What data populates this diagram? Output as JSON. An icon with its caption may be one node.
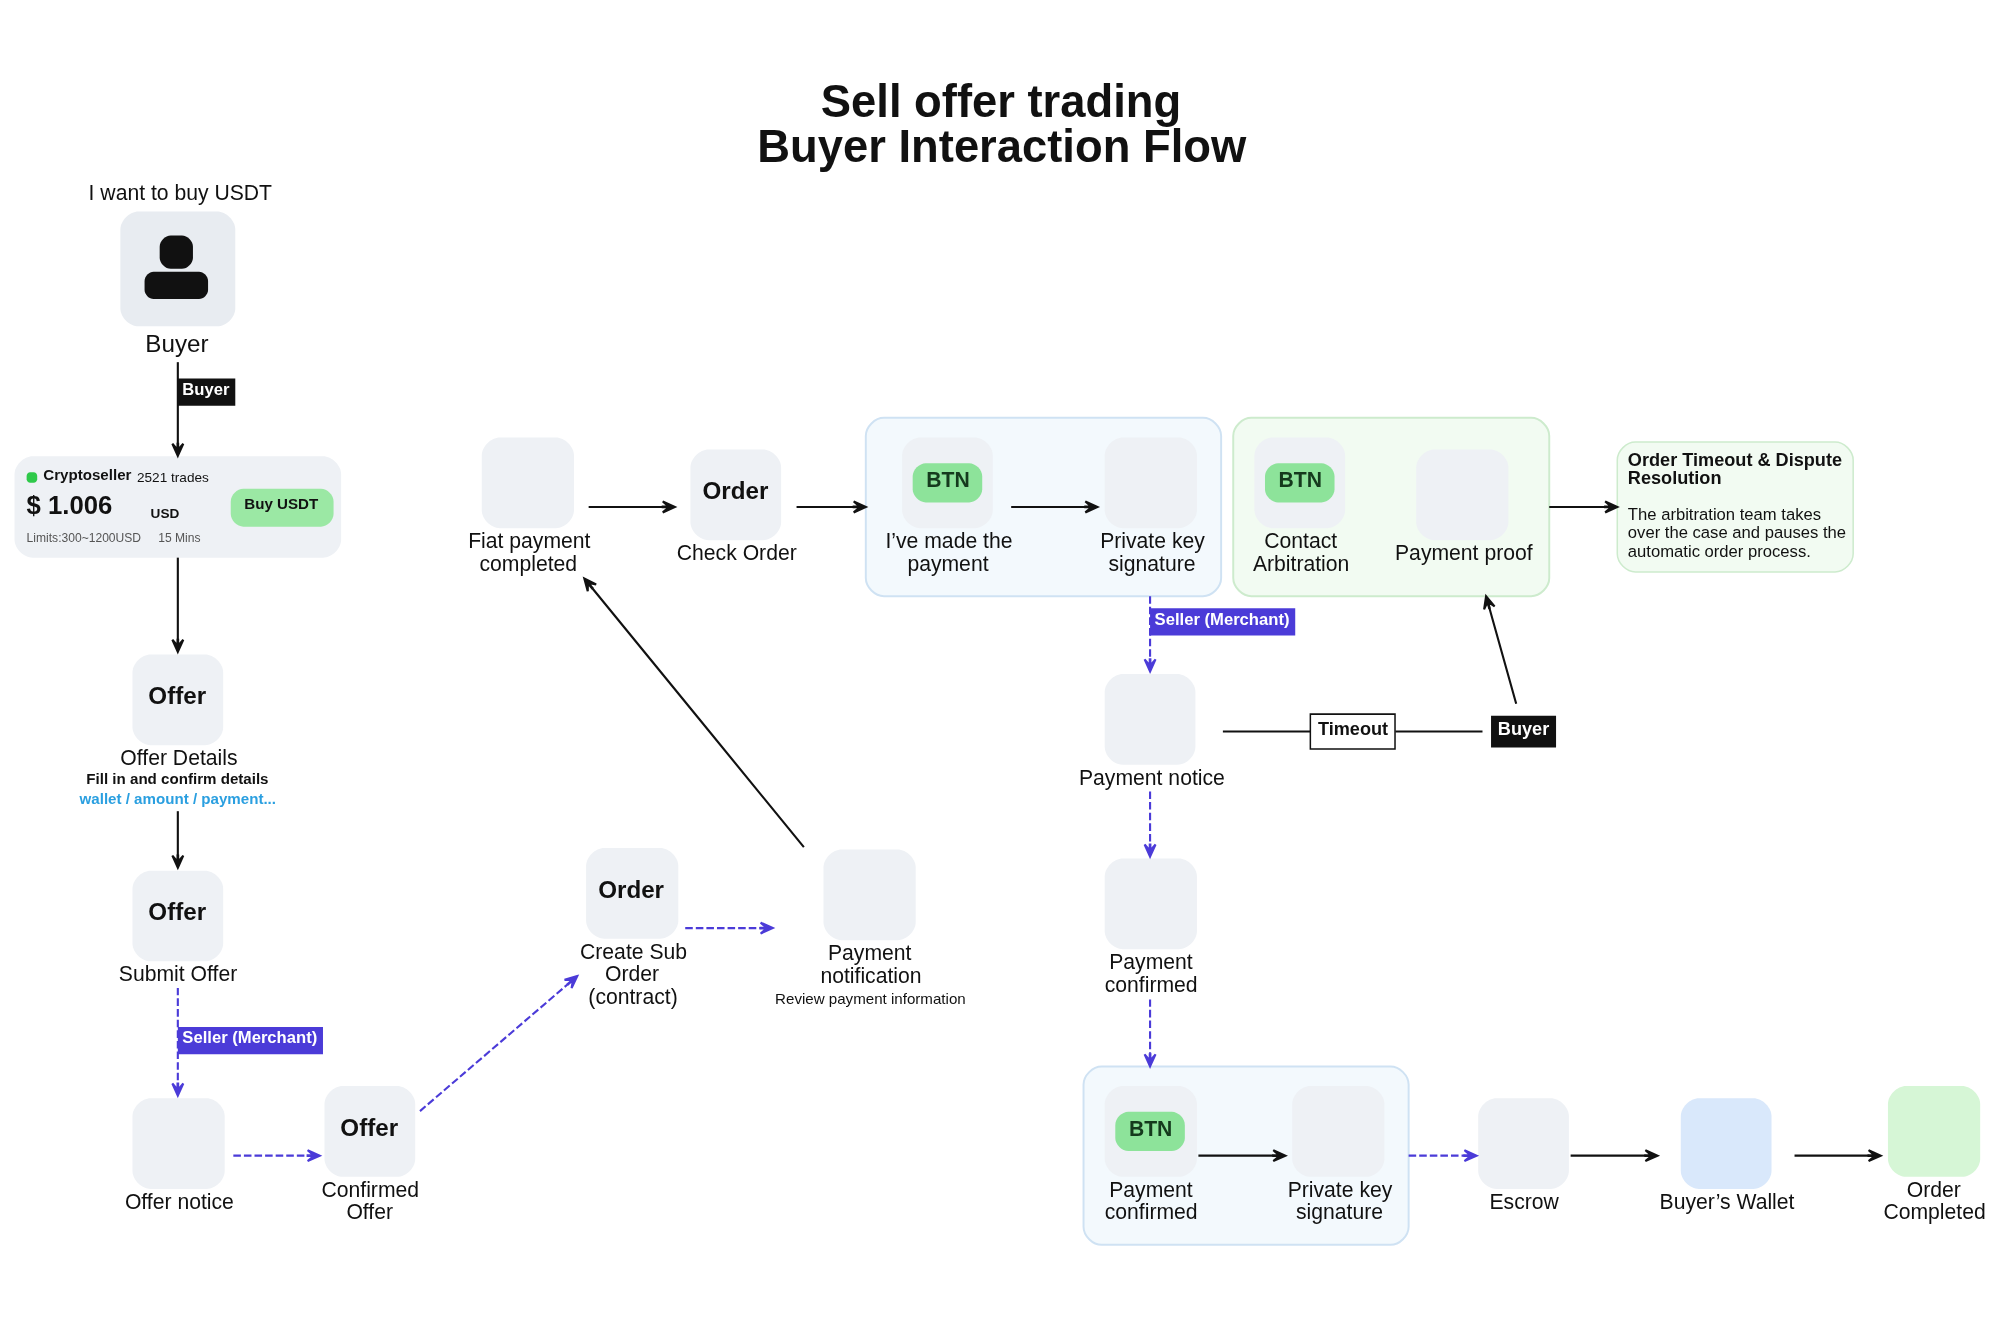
{
  "diagram": {
    "title": "Sell offer trading Buyer Interaction Flow",
    "nodes": [
      {
        "text": [
          "I want to buy USDT",
          "Buyer"
        ]
      },
      {
        "text": [
          "Cryptoseller",
          "2521 trades",
          "$ 1.006",
          "USD",
          "Limits:300~1200USD",
          "15 Mins",
          "Buy USDT"
        ]
      },
      {
        "text": [
          "Offer",
          "Offer Details",
          "Fill in and confirm details",
          "wallet / amount / payment..."
        ]
      },
      {
        "text": [
          "Offer",
          "Submit Offer"
        ]
      },
      {
        "text": [
          "Offer notice"
        ]
      },
      {
        "text": [
          "Offer",
          "Confirmed Offer"
        ]
      },
      {
        "text": [
          "Order",
          "Create Sub Order (contract)"
        ]
      },
      {
        "text": [
          "Payment notification",
          "Review payment information"
        ]
      },
      {
        "text": [
          "Fiat payment completed"
        ]
      },
      {
        "text": [
          "Order",
          "Check Order"
        ]
      },
      {
        "text": [],
        "shape": "box"
      },
      {
        "text": [
          "BTN",
          "I’ve made the payment"
        ],
        "in": 10
      },
      {
        "text": [
          "Private key signature"
        ],
        "in": 10
      },
      {
        "text": [
          "Payment notice"
        ]
      },
      {
        "text": [
          "Payment confirmed"
        ]
      },
      {
        "text": [
          "Timeout"
        ]
      },
      {
        "text": [
          "Buyer"
        ]
      },
      {
        "text": [],
        "shape": "box"
      },
      {
        "text": [
          "BTN",
          "Contact Arbitration"
        ],
        "in": 17
      },
      {
        "text": [
          "Payment proof"
        ],
        "in": 17
      },
      {
        "text": [
          "Order Timeout & Dispute Resolution",
          "The arbitration team takes over the case and pauses the automatic order process."
        ]
      },
      {
        "text": [],
        "shape": "box"
      },
      {
        "text": [
          "BTN",
          "Payment confirmed"
        ],
        "in": 21
      },
      {
        "text": [
          "Private key signature"
        ],
        "in": 21
      },
      {
        "text": [
          "Escrow"
        ]
      },
      {
        "text": [
          "Buyer’s Wallet"
        ]
      },
      {
        "text": [
          "Order Completed"
        ]
      }
    ],
    "edges": [
      {
        "from": 0,
        "to": 1,
        "arrow": "to",
        "label": "Buyer"
      },
      {
        "from": 1,
        "to": 2,
        "arrow": "to"
      },
      {
        "from": 2,
        "to": 3,
        "arrow": "to"
      },
      {
        "from": 3,
        "to": 4,
        "arrow": "to",
        "label": "Seller (Merchant)",
        "style": "dashed",
        "color": "#4b3bd8"
      },
      {
        "from": 4,
        "to": 5,
        "arrow": "to",
        "style": "dashed",
        "color": "#4b3bd8"
      },
      {
        "from": 5,
        "to": 6,
        "arrow": "to",
        "style": "dashed",
        "color": "#4b3bd8"
      },
      {
        "from": 6,
        "to": 7,
        "arrow": "to",
        "style": "dashed",
        "color": "#4b3bd8"
      },
      {
        "from": 7,
        "to": 8,
        "arrow": "to"
      },
      {
        "from": 8,
        "to": 9,
        "arrow": "to"
      },
      {
        "from": 9,
        "to": 10,
        "arrow": "to"
      },
      {
        "from": 11,
        "to": 12,
        "arrow": "to"
      },
      {
        "from": 10,
        "to": 13,
        "arrow": "to",
        "label": "Seller (Merchant)",
        "style": "dashed",
        "color": "#4b3bd8"
      },
      {
        "from": 13,
        "to": 14,
        "arrow": "to",
        "style": "dashed",
        "color": "#4b3bd8"
      },
      {
        "from": 13,
        "to": 15,
        "arrow": "none"
      },
      {
        "from": 15,
        "to": 16,
        "arrow": "none"
      },
      {
        "from": 16,
        "to": 17,
        "arrow": "to"
      },
      {
        "from": 17,
        "to": 20,
        "arrow": "to"
      },
      {
        "from": 14,
        "to": 21,
        "arrow": "to",
        "style": "dashed",
        "color": "#4b3bd8"
      },
      {
        "from": 22,
        "to": 23,
        "arrow": "to"
      },
      {
        "from": 21,
        "to": 24,
        "arrow": "to",
        "style": "dashed",
        "color": "#4b3bd8"
      },
      {
        "from": 24,
        "to": 25,
        "arrow": "to"
      },
      {
        "from": 25,
        "to": 26,
        "arrow": "to"
      }
    ]
  }
}
